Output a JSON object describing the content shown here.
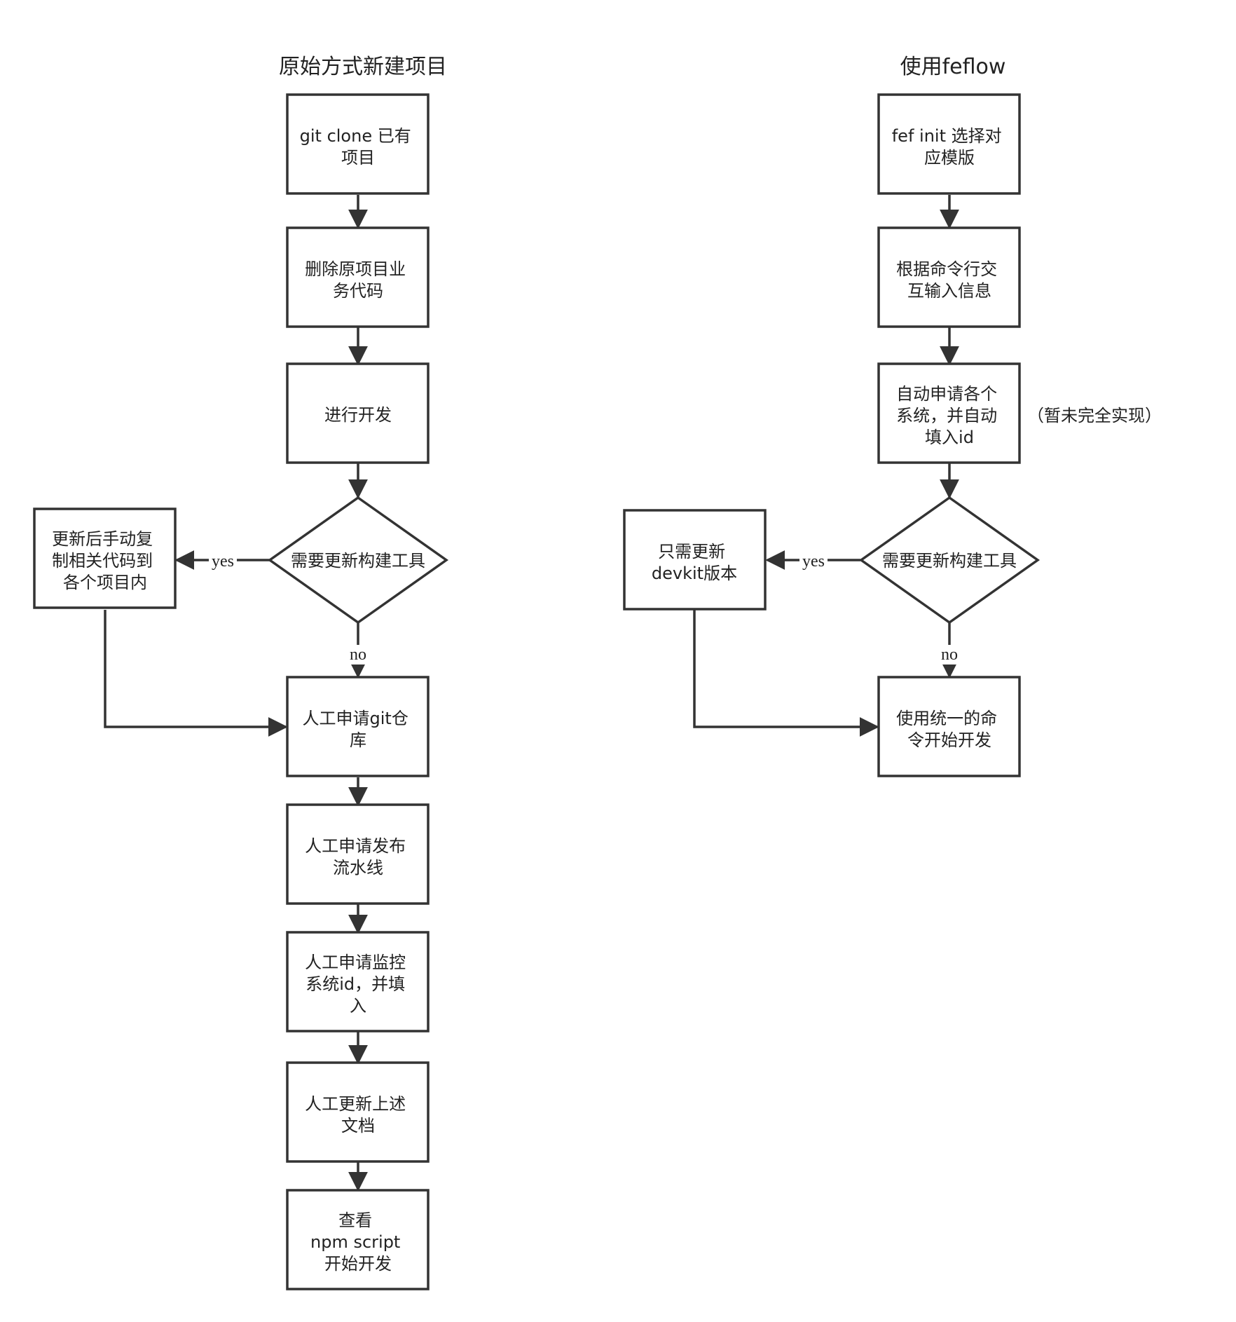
{
  "colors": {
    "stroke": "#333333",
    "fill": "#ffffff",
    "text": "#222222"
  },
  "titles": {
    "left": "原始方式新建项目",
    "right": "使用feflow"
  },
  "nodes": {
    "l_clone": {
      "lines": [
        "git clone 已有",
        "项目"
      ]
    },
    "l_delete": {
      "lines": [
        "删除原项目业",
        "务代码"
      ]
    },
    "l_develop": {
      "lines": [
        "进行开发"
      ]
    },
    "l_decision": {
      "lines": [
        "需要更新构建工具"
      ]
    },
    "l_manual_copy": {
      "lines": [
        "更新后手动复",
        "制相关代码到",
        "各个项目内"
      ]
    },
    "l_git_repo": {
      "lines": [
        "人工申请git仓",
        "库"
      ]
    },
    "l_pipeline": {
      "lines": [
        "人工申请发布",
        "流水线"
      ]
    },
    "l_monitor": {
      "lines": [
        "人工申请监控",
        "系统id，并填",
        "入"
      ]
    },
    "l_docs": {
      "lines": [
        "人工更新上述",
        "文档"
      ]
    },
    "l_npm": {
      "lines": [
        "查看",
        "npm script",
        "开始开发"
      ]
    },
    "r_init": {
      "lines": [
        "fef init 选择对",
        "应模版"
      ]
    },
    "r_input": {
      "lines": [
        "根据命令行交",
        "互输入信息"
      ]
    },
    "r_auto": {
      "lines": [
        "自动申请各个",
        "系统，并自动",
        "填入id"
      ]
    },
    "r_decision": {
      "lines": [
        "需要更新构建工具"
      ]
    },
    "r_devkit": {
      "lines": [
        "只需更新",
        "devkit版本"
      ]
    },
    "r_unified": {
      "lines": [
        "使用统一的命",
        "令开始开发"
      ]
    }
  },
  "annotation": "（暂未完全实现）",
  "edge_labels": {
    "yes": "yes",
    "no": "no"
  },
  "edges": [
    {
      "from": "l_clone",
      "to": "l_delete"
    },
    {
      "from": "l_delete",
      "to": "l_develop"
    },
    {
      "from": "l_develop",
      "to": "l_decision"
    },
    {
      "from": "l_decision",
      "to": "l_manual_copy",
      "label": "yes"
    },
    {
      "from": "l_decision",
      "to": "l_git_repo",
      "label": "no"
    },
    {
      "from": "l_manual_copy",
      "to": "l_git_repo"
    },
    {
      "from": "l_git_repo",
      "to": "l_pipeline"
    },
    {
      "from": "l_pipeline",
      "to": "l_monitor"
    },
    {
      "from": "l_monitor",
      "to": "l_docs"
    },
    {
      "from": "l_docs",
      "to": "l_npm"
    },
    {
      "from": "r_init",
      "to": "r_input"
    },
    {
      "from": "r_input",
      "to": "r_auto"
    },
    {
      "from": "r_auto",
      "to": "r_decision"
    },
    {
      "from": "r_decision",
      "to": "r_devkit",
      "label": "yes"
    },
    {
      "from": "r_decision",
      "to": "r_unified",
      "label": "no"
    },
    {
      "from": "r_devkit",
      "to": "r_unified"
    }
  ]
}
